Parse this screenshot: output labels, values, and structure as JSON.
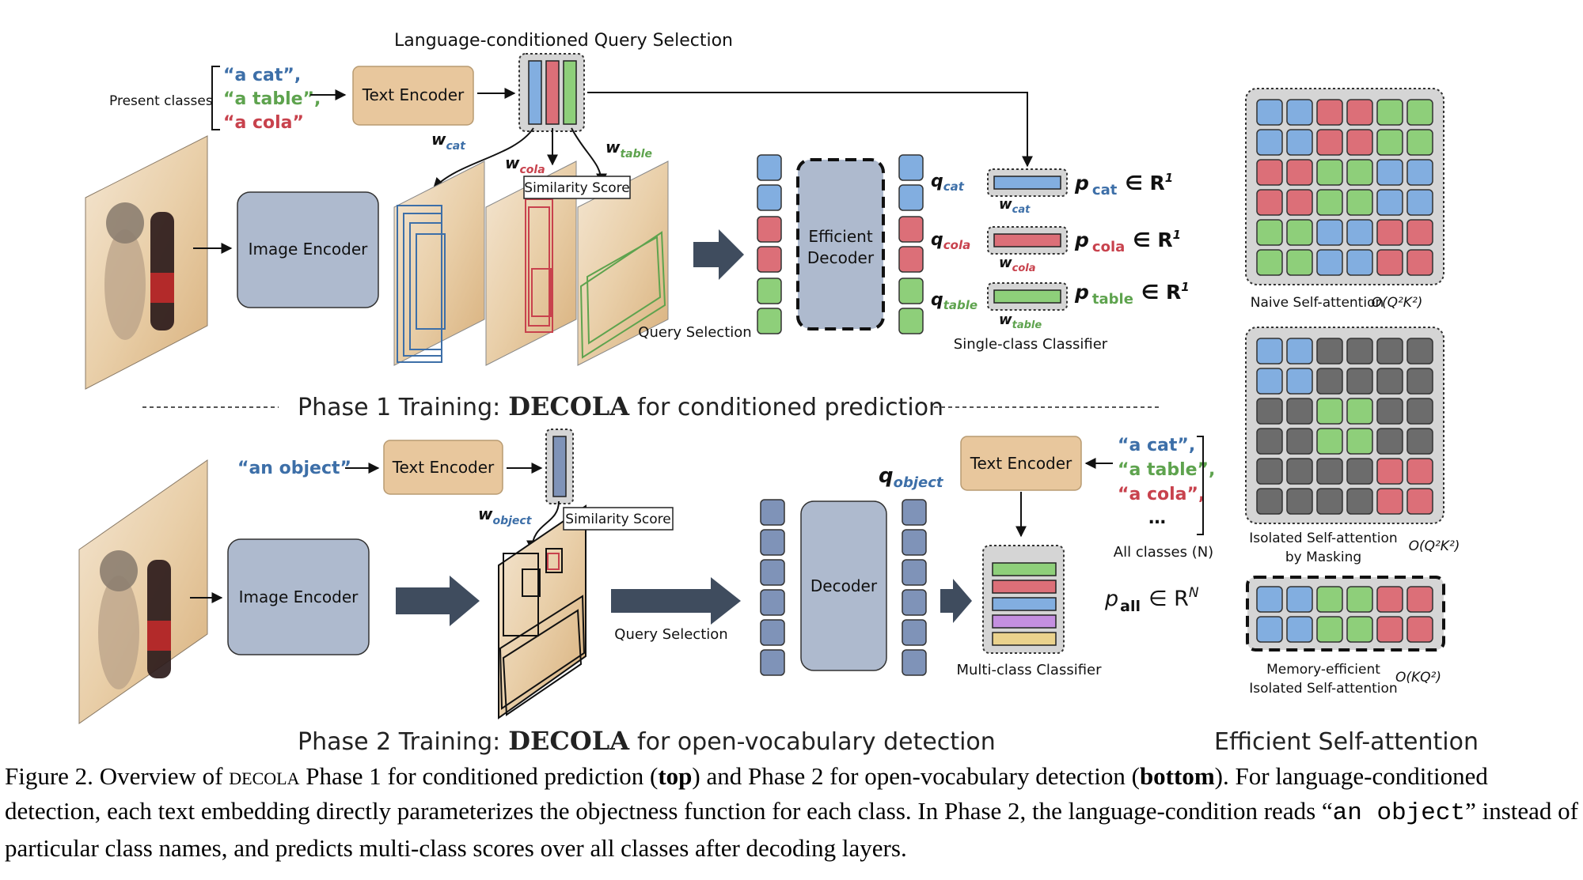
{
  "colors": {
    "blue": "#82aee0",
    "red": "#dc6f78",
    "green": "#8ecf7a",
    "gray": "#6c6c6c",
    "purple": "#c48fe0",
    "yellow": "#ead28d",
    "encoder_tan": "#e8c79d",
    "encoder_blue": "#aebace",
    "arrow": "#3f4c5e",
    "cls_blue": "#3d6fa8",
    "cls_green": "#5ea34e",
    "cls_red": "#c8424d"
  },
  "phase1": {
    "query_selection_title": "Language-conditioned Query Selection",
    "present_classes_label": "Present classes",
    "classes": [
      "“a cat”,",
      "“a table”,",
      "“a cola”"
    ],
    "text_encoder": "Text Encoder",
    "image_encoder": "Image Encoder",
    "w_prefix": "w",
    "w_cat_sub": "cat",
    "w_cola_sub": "cola",
    "w_table_sub": "table",
    "similarity_score": "Similarity Score",
    "query_selection": "Query Selection",
    "decoder_line1": "Efficient",
    "decoder_line2": "Decoder",
    "q_prefix": "q",
    "q_cat_sub": "cat",
    "q_cola_sub": "cola",
    "q_table_sub": "table",
    "p_prefix": "p",
    "p_cat_sub": "cat",
    "p_cola_sub": "cola",
    "p_table_sub": "table",
    "p_space": "∈ R",
    "p_sup": "1",
    "classifier_label": "Single-class Classifier",
    "phase_title_prefix": "Phase 1 Training:",
    "phase_title_bold": "DECOLA",
    "phase_title_suffix": "for conditioned prediction"
  },
  "phase2": {
    "an_object": "“an object”",
    "text_encoder": "Text Encoder",
    "image_encoder": "Image Encoder",
    "w_object_sub": "object",
    "similarity_score": "Similarity Score",
    "query_selection": "Query Selection",
    "decoder": "Decoder",
    "q_object_sub": "object",
    "text_encoder_right": "Text Encoder",
    "all_classes": [
      "“a cat”,",
      "“a table”,",
      "“a cola”,",
      "…"
    ],
    "all_classes_label": "All classes (N)",
    "classifier_label": "Multi-class Classifier",
    "p_all_sub": "all",
    "p_all_space": "∈ R",
    "p_all_sup": "N",
    "phase_title_prefix": "Phase 2 Training:",
    "phase_title_bold": "DECOLA",
    "phase_title_suffix": "for open-vocabulary detection"
  },
  "attention": {
    "naive_label": "Naive Self-attention",
    "naive_complexity": "O(Q²K²)",
    "isolated_label_1": "Isolated Self-attention",
    "isolated_label_2": "by Masking",
    "isolated_complexity": "O(Q²K²)",
    "memory_label_1": "Memory-efficient",
    "memory_label_2": "Isolated Self-attention",
    "memory_complexity": "O(KQ²)",
    "section_title": "Efficient Self-attention",
    "naive_grid": [
      [
        "b",
        "b",
        "r",
        "r",
        "g",
        "g"
      ],
      [
        "b",
        "b",
        "r",
        "r",
        "g",
        "g"
      ],
      [
        "r",
        "r",
        "g",
        "g",
        "b",
        "b"
      ],
      [
        "r",
        "r",
        "g",
        "g",
        "b",
        "b"
      ],
      [
        "g",
        "g",
        "b",
        "b",
        "r",
        "r"
      ],
      [
        "g",
        "g",
        "b",
        "b",
        "r",
        "r"
      ]
    ],
    "isolated_grid": [
      [
        "b",
        "b",
        "k",
        "k",
        "k",
        "k"
      ],
      [
        "b",
        "b",
        "k",
        "k",
        "k",
        "k"
      ],
      [
        "k",
        "k",
        "g",
        "g",
        "k",
        "k"
      ],
      [
        "k",
        "k",
        "g",
        "g",
        "k",
        "k"
      ],
      [
        "k",
        "k",
        "k",
        "k",
        "r",
        "r"
      ],
      [
        "k",
        "k",
        "k",
        "k",
        "r",
        "r"
      ]
    ],
    "memory_grid": [
      [
        "b",
        "b",
        "g",
        "g",
        "r",
        "r"
      ],
      [
        "b",
        "b",
        "g",
        "g",
        "r",
        "r"
      ]
    ]
  },
  "caption": {
    "figure_label": "Figure 2.",
    "part1": " Overview of ",
    "decola": "decola",
    "part2": " Phase 1 for conditioned prediction (",
    "top": "top",
    "part3": ") and Phase 2 for open-vocabulary detection (",
    "bottom": "bottom",
    "part4": "). For language-conditioned detection, each text embedding directly parameterizes the objectness function for each class. In Phase 2, the language-condition reads “",
    "an_object": "an object",
    "part5": "” instead of particular class names, and predicts multi-class scores over all classes after decoding layers."
  }
}
